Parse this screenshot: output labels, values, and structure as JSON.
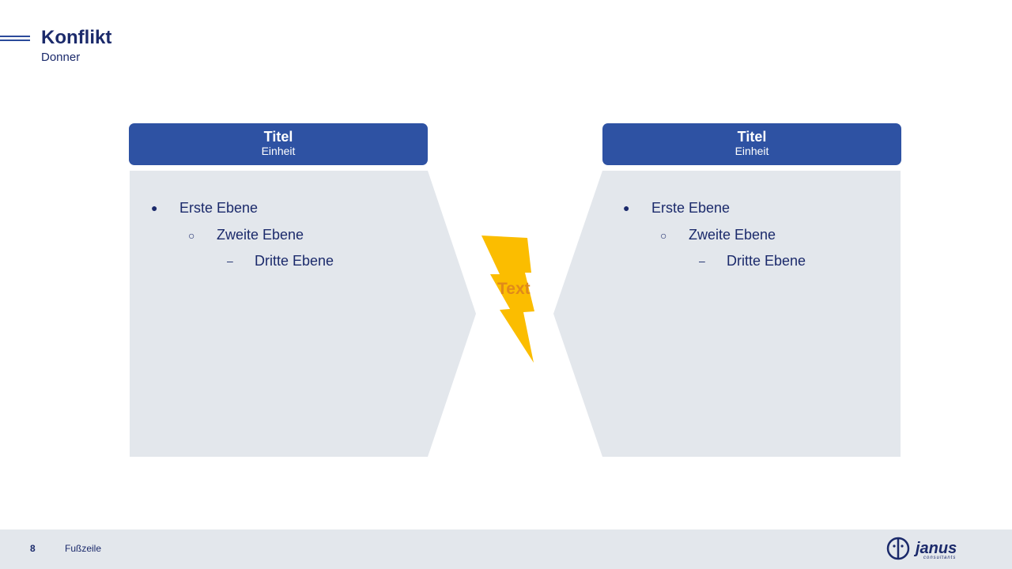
{
  "slide": {
    "title": "Konflikt",
    "subtitle": "Donner"
  },
  "left": {
    "title": "Titel",
    "unit": "Einheit",
    "items": [
      "Erste Ebene",
      "Zweite Ebene",
      "Dritte Ebene"
    ]
  },
  "right": {
    "title": "Titel",
    "unit": "Einheit",
    "items": [
      "Erste Ebene",
      "Zweite Ebene",
      "Dritte Ebene"
    ]
  },
  "bullets": {
    "level1": "●",
    "level2": "○",
    "level3": "–"
  },
  "bolt_label": "Text",
  "footer": {
    "page": "8",
    "text": "Fußzeile"
  },
  "logo": {
    "name": "janus",
    "tagline": "consultants"
  },
  "colors": {
    "header": "#2e52a3",
    "panel": "#e3e7ec",
    "bolt": "#fbbd00",
    "bolt_text": "#e08a1a",
    "text": "#1b2a6b"
  }
}
